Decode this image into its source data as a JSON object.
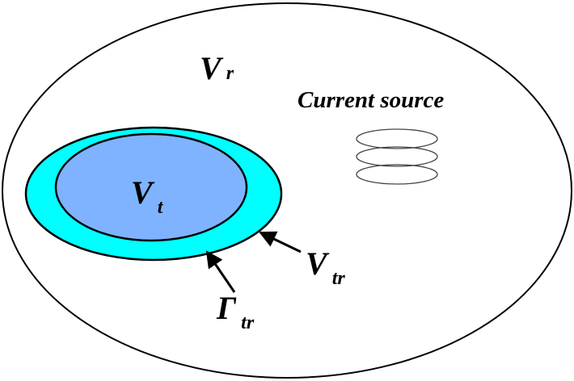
{
  "labels": {
    "outer_region": {
      "main": "V",
      "sub": "r"
    },
    "current_source": "Current source",
    "inner_region": {
      "main": "V",
      "sub": "t"
    },
    "transition_region": {
      "main": "V",
      "sub": "tr"
    },
    "boundary": {
      "main": "Γ",
      "sub": "tr"
    }
  },
  "colors": {
    "background": "#ffffff",
    "stroke": "#000000",
    "transition_fill": "#00ffff",
    "inner_fill": "#7fb3ff",
    "coil_stroke": "#444444"
  },
  "icons": {
    "current_source": "coil-icon",
    "pointers": "arrow-icon"
  }
}
